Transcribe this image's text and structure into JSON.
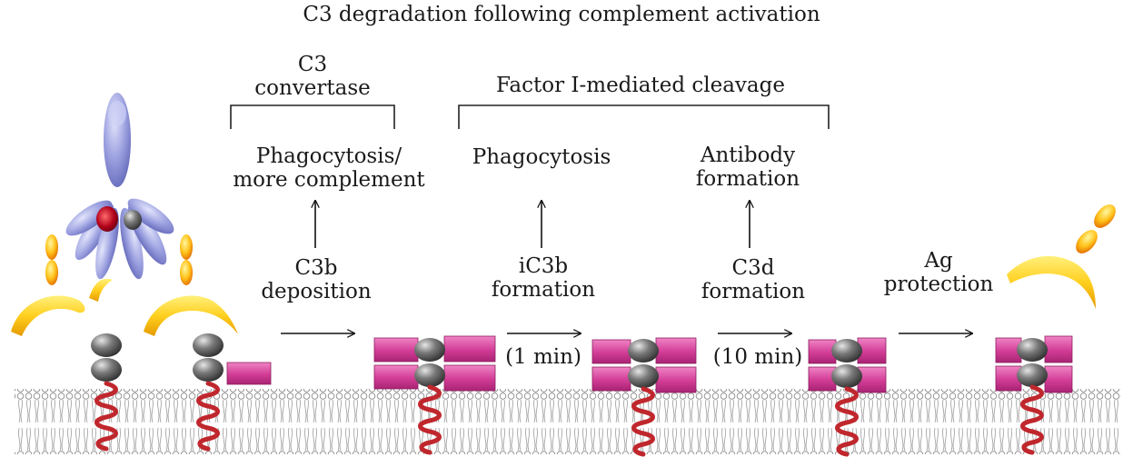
{
  "title": "C3 degradation following complement activation",
  "labels": {
    "c3_convertase": [
      "C3",
      "convertase"
    ],
    "factor_i": "Factor I-mediated cleavage",
    "phago_more": [
      "Phagocytosis/",
      "more complement"
    ],
    "phagocytosis": "Phagocytosis",
    "antibody": [
      "Antibody",
      "formation"
    ],
    "c3b": [
      "C3b",
      "deposition"
    ],
    "ic3b": [
      "iC3b",
      "formation"
    ],
    "c3d": [
      "C3d",
      "formation"
    ],
    "ag": [
      "Ag",
      "protection"
    ],
    "time_1": "(1 min)",
    "time_10": "(10 min)"
  },
  "colors": {
    "c1q": "#8f94d6",
    "c1q_light": "#c9cdf2",
    "antibody": "#f3b400",
    "antibody_light": "#ffe15a",
    "c3_fragment": "#d23c96",
    "c3_fragment_light": "#ee7cc0",
    "receptor_sphere": "#595959",
    "receptor_sphere_light": "#bdbdbd",
    "stalk": "#c0272d",
    "membrane": "#8a8a8a"
  }
}
